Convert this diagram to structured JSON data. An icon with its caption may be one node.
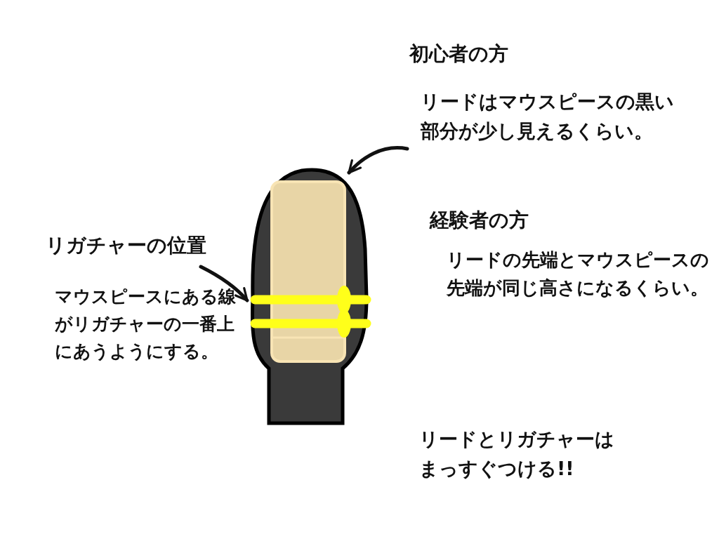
{
  "diagram": {
    "nodes": [
      {
        "text": [
          "初心者の方",
          "リードはマウスピースの黒い部分が少し見えるくらい。"
        ]
      },
      {
        "text": [
          "リガチャーの位置"
        ]
      },
      {
        "text": [],
        "shape": "picture"
      },
      {
        "text": [],
        "shape": "picture",
        "in": 2
      }
    ],
    "edges": [
      {
        "from": 0,
        "to": 2,
        "arrow": "to"
      },
      {
        "from": 1,
        "to": 3,
        "arrow": "to"
      }
    ],
    "labels": [
      "経験者の方",
      "リードの先端とマウスピースの先端が同じ高さになるくらい。",
      "マウスピースにある線がリガチャーの一番上にあうようにする。",
      "リードとリガチャーはまっすぐつける!!"
    ]
  }
}
